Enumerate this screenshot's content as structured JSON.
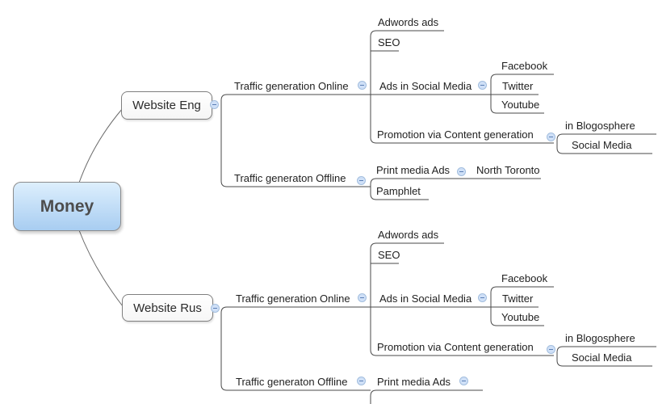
{
  "map": {
    "root": {
      "label": "Money"
    },
    "eng": {
      "label": "Website Eng",
      "online": {
        "label": "Traffic generation Online",
        "adwords": {
          "label": "Adwords ads"
        },
        "seo": {
          "label": "SEO"
        },
        "social": {
          "label": "Ads in Social Media",
          "facebook": {
            "label": "Facebook"
          },
          "twitter": {
            "label": "Twitter"
          },
          "youtube": {
            "label": "Youtube"
          }
        },
        "promotion": {
          "label": "Promotion via Content generation",
          "blogosphere": {
            "label": "in Blogosphere"
          },
          "social_media": {
            "label": "Social Media"
          }
        }
      },
      "offline": {
        "label": "Traffic generaton Offline",
        "print": {
          "label": "Print media Ads",
          "north_toronto": {
            "label": "North Toronto"
          }
        },
        "pamphlet": {
          "label": "Pamphlet"
        }
      }
    },
    "rus": {
      "label": "Website Rus",
      "online": {
        "label": "Traffic generation Online",
        "adwords": {
          "label": "Adwords ads"
        },
        "seo": {
          "label": "SEO"
        },
        "social": {
          "label": "Ads in Social Media",
          "facebook": {
            "label": "Facebook"
          },
          "twitter": {
            "label": "Twitter"
          },
          "youtube": {
            "label": "Youtube"
          }
        },
        "promotion": {
          "label": "Promotion via Content generation",
          "blogosphere": {
            "label": "in Blogosphere"
          },
          "social_media": {
            "label": "Social Media"
          }
        }
      },
      "offline": {
        "label": "Traffic generaton Offline",
        "print": {
          "label": "Print media Ads"
        }
      }
    }
  },
  "colors": {
    "root_fill_top": "#ddeffd",
    "root_fill_bottom": "#a8cdf1",
    "branch_line": "#4a4a4a",
    "box_border": "#7f7f7f",
    "collapse_fill": "#cfe0f7",
    "collapse_border": "#a3bede",
    "collapse_glyph": "#5b7fb5",
    "text": "#1f1f1f"
  }
}
